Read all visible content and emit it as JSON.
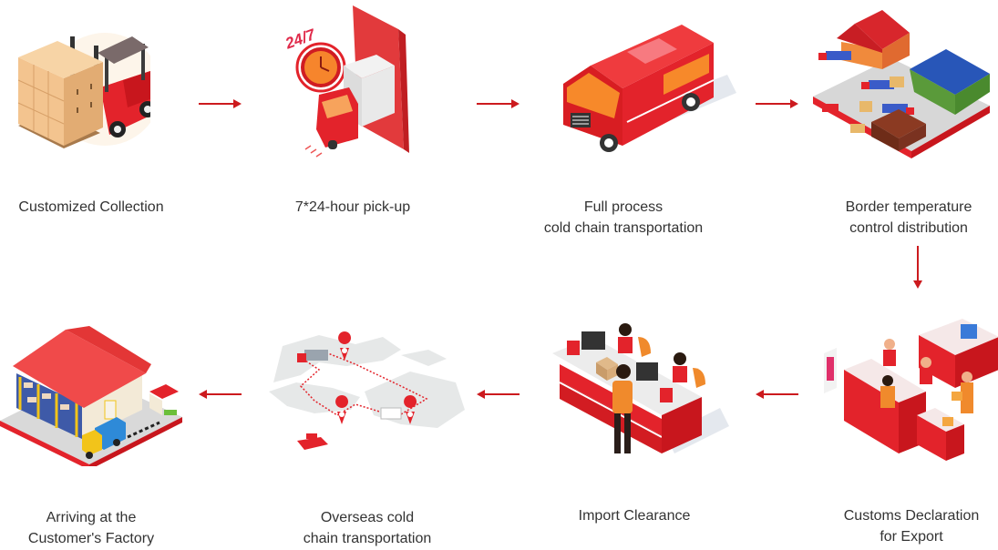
{
  "title": "Cross-border cold chain logistics process",
  "colors": {
    "accent": "#cc1a1e",
    "text": "#333333",
    "background": "#ffffff"
  },
  "steps": [
    {
      "id": 1,
      "icon": "forklift-pallet-icon",
      "lines": [
        "Customized Collection"
      ]
    },
    {
      "id": 2,
      "icon": "24-7-truck-pickup-icon",
      "lines": [
        "7*24-hour pick-up"
      ]
    },
    {
      "id": 3,
      "icon": "delivery-van-icon",
      "lines": [
        "Full process",
        "cold chain transportation"
      ]
    },
    {
      "id": 4,
      "icon": "warehouse-yard-icon",
      "lines": [
        "Border temperature",
        "control distribution"
      ]
    },
    {
      "id": 5,
      "icon": "customs-counter-icon",
      "lines": [
        "Customs Declaration",
        "for Export"
      ]
    },
    {
      "id": 6,
      "icon": "service-desk-icon",
      "lines": [
        "Import Clearance"
      ]
    },
    {
      "id": 7,
      "icon": "world-route-map-icon",
      "lines": [
        "Overseas cold",
        "chain transportation"
      ]
    },
    {
      "id": 8,
      "icon": "factory-warehouse-icon",
      "lines": [
        "Arriving at the",
        "Customer's Factory"
      ]
    }
  ],
  "arrows": [
    {
      "from": 1,
      "to": 2,
      "direction": "right"
    },
    {
      "from": 2,
      "to": 3,
      "direction": "right"
    },
    {
      "from": 3,
      "to": 4,
      "direction": "right"
    },
    {
      "from": 4,
      "to": 5,
      "direction": "down"
    },
    {
      "from": 5,
      "to": 6,
      "direction": "left"
    },
    {
      "from": 6,
      "to": 7,
      "direction": "left"
    },
    {
      "from": 7,
      "to": 8,
      "direction": "left"
    }
  ]
}
